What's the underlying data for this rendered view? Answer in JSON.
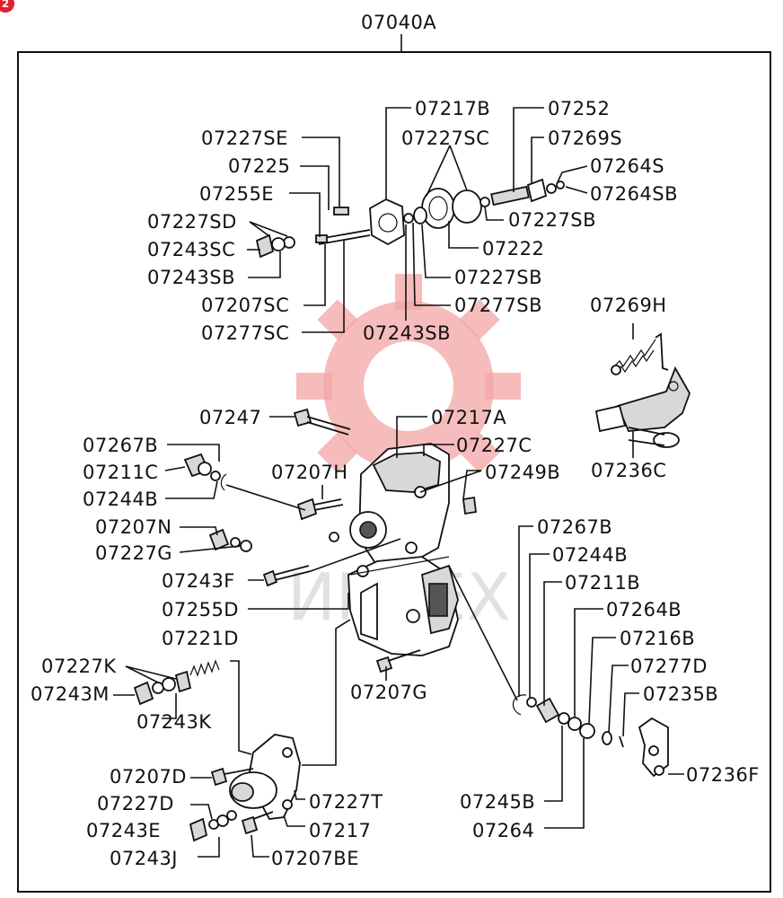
{
  "assembly_label": "07040A",
  "badge": "2",
  "watermark": {
    "text": "ИНЗЕХ",
    "color": "#f3a6a6"
  },
  "labels": {
    "l07217B": "07217B",
    "l07252": "07252",
    "l07227SE": "07227SE",
    "l07227SC": "07227SC",
    "l07269S": "07269S",
    "l07225": "07225",
    "l07264S": "07264S",
    "l07255E": "07255E",
    "l07264SB": "07264SB",
    "l07227SD": "07227SD",
    "l07227SB_a": "07227SB",
    "l07243SC": "07243SC",
    "l07222": "07222",
    "l07243SB_a": "07243SB",
    "l07227SB_b": "07227SB",
    "l07207SC": "07207SC",
    "l07277SB": "07277SB",
    "l07277SC": "07277SC",
    "l07243SB_b": "07243SB",
    "l07269H": "07269H",
    "l07247": "07247",
    "l07217A": "07217A",
    "l07267B_a": "07267B",
    "l07227C": "07227C",
    "l07211C": "07211C",
    "l07207H": "07207H",
    "l07249B": "07249B",
    "l07244B_a": "07244B",
    "l07236C": "07236C",
    "l07207N": "07207N",
    "l07267B_b": "07267B",
    "l07227G": "07227G",
    "l07244B_b": "07244B",
    "l07243F": "07243F",
    "l07211B": "07211B",
    "l07255D": "07255D",
    "l07264B": "07264B",
    "l07221D": "07221D",
    "l07216B": "07216B",
    "l07227K": "07227K",
    "l07277D": "07277D",
    "l07243M": "07243M",
    "l07207G": "07207G",
    "l07235B": "07235B",
    "l07243K": "07243K",
    "l07207D": "07207D",
    "l07236F": "07236F",
    "l07227D": "07227D",
    "l07227T": "07227T",
    "l07245B": "07245B",
    "l07243E": "07243E",
    "l07217": "07217",
    "l07264": "07264",
    "l07243J": "07243J",
    "l07207BE": "07207BE"
  }
}
